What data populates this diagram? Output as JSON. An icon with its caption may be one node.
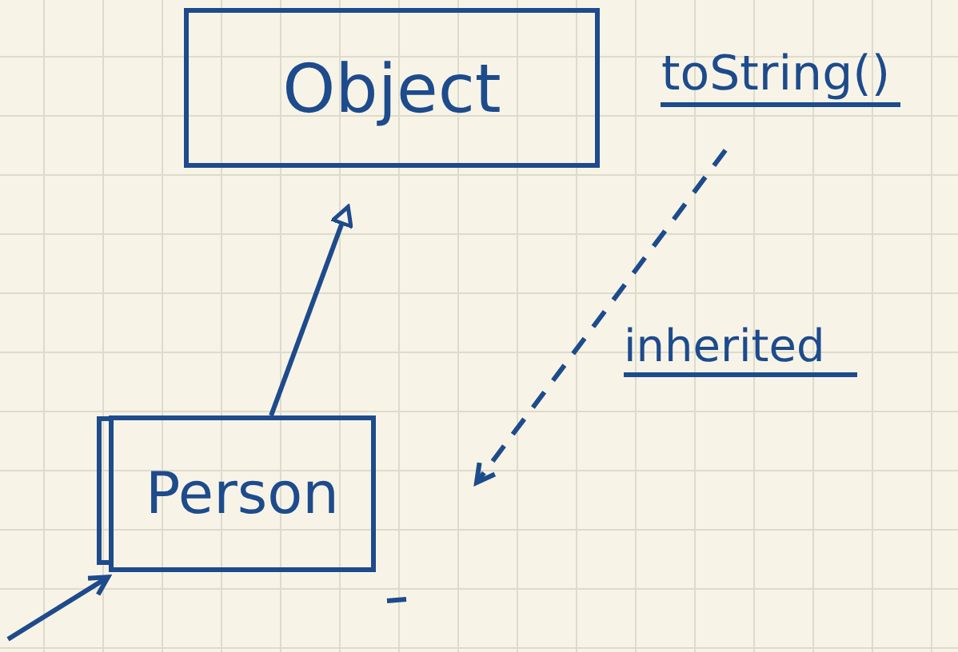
{
  "diagram": {
    "nodes": [
      {
        "text": [
          "Object"
        ]
      },
      {
        "text": [
          "Person"
        ]
      },
      {
        "text": [
          "toString()"
        ]
      }
    ],
    "edges": [
      {
        "from": 1,
        "to": 0,
        "arrow": "to"
      },
      {
        "from": 2,
        "to": null,
        "arrow": "to",
        "style": "dashed"
      },
      {
        "from": null,
        "to": 1,
        "arrow": "to"
      }
    ],
    "labels": [
      "inherited"
    ]
  }
}
